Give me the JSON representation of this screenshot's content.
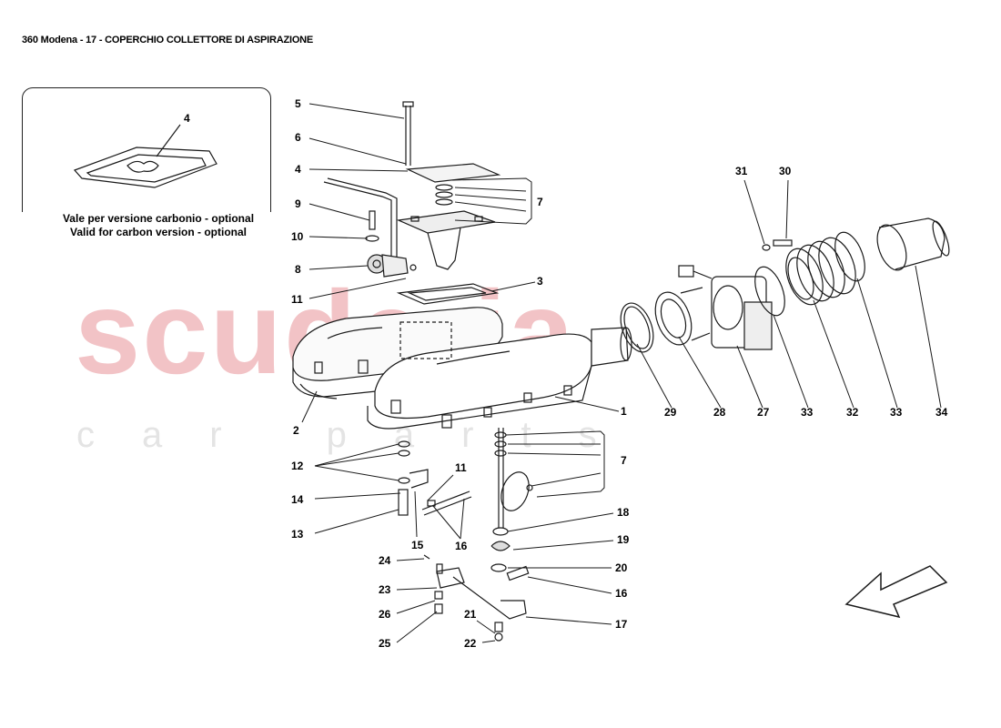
{
  "header": {
    "title": "360 Modena - 17 - COPERCHIO COLLETTORE DI ASPIRAZIONE"
  },
  "inset": {
    "part_number": "4",
    "caption_it": "Vale per versione carbonio - optional",
    "caption_en": "Valid for carbon version - optional"
  },
  "watermark": {
    "brand": "scuderia",
    "sub": "car parts"
  },
  "callouts": {
    "p5": "5",
    "p6": "6",
    "p4": "4",
    "p9": "9",
    "p10": "10",
    "p8": "8",
    "p11a": "11",
    "p7a": "7",
    "p3": "3",
    "p2": "2",
    "p1": "1",
    "p12": "12",
    "p14": "14",
    "p13": "13",
    "p15": "15",
    "p11b": "11",
    "p16a": "16",
    "p7b": "7",
    "p18": "18",
    "p19": "19",
    "p20": "20",
    "p16b": "16",
    "p17": "17",
    "p24": "24",
    "p23": "23",
    "p26": "26",
    "p25": "25",
    "p21": "21",
    "p22": "22",
    "p29": "29",
    "p28": "28",
    "p27": "27",
    "p33a": "33",
    "p32": "32",
    "p33b": "33",
    "p34": "34",
    "p31": "31",
    "p30": "30"
  },
  "colors": {
    "line": "#1a1a1a",
    "watermark_red": "#f2c3c6",
    "watermark_grey": "#e4e4e4"
  }
}
